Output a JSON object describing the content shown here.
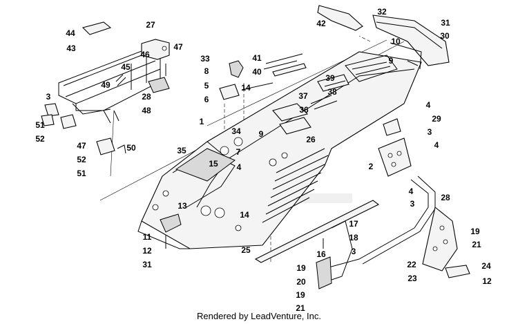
{
  "diagram": {
    "credit": "Rendered by LeadVenture, Inc.",
    "callouts": [
      {
        "id": "c27",
        "label": "27"
      },
      {
        "id": "c44",
        "label": "44"
      },
      {
        "id": "c43",
        "label": "43"
      },
      {
        "id": "c46",
        "label": "46"
      },
      {
        "id": "c47a",
        "label": "47"
      },
      {
        "id": "c45",
        "label": "45"
      },
      {
        "id": "c49",
        "label": "49"
      },
      {
        "id": "c28a",
        "label": "28"
      },
      {
        "id": "c48",
        "label": "48"
      },
      {
        "id": "c3a",
        "label": "3"
      },
      {
        "id": "c51a",
        "label": "51"
      },
      {
        "id": "c52a",
        "label": "52"
      },
      {
        "id": "c47b",
        "label": "47"
      },
      {
        "id": "c52b",
        "label": "52"
      },
      {
        "id": "c51b",
        "label": "51"
      },
      {
        "id": "c50",
        "label": "50"
      },
      {
        "id": "c33",
        "label": "33"
      },
      {
        "id": "c8",
        "label": "8"
      },
      {
        "id": "c5",
        "label": "5"
      },
      {
        "id": "c6",
        "label": "6"
      },
      {
        "id": "c1",
        "label": "1"
      },
      {
        "id": "c41",
        "label": "41"
      },
      {
        "id": "c40",
        "label": "40"
      },
      {
        "id": "c14a",
        "label": "14"
      },
      {
        "id": "c37",
        "label": "37"
      },
      {
        "id": "c36",
        "label": "36"
      },
      {
        "id": "c34",
        "label": "34"
      },
      {
        "id": "c9a",
        "label": "9"
      },
      {
        "id": "c35",
        "label": "35"
      },
      {
        "id": "c7",
        "label": "7"
      },
      {
        "id": "c15",
        "label": "15"
      },
      {
        "id": "c4a",
        "label": "4"
      },
      {
        "id": "c13",
        "label": "13"
      },
      {
        "id": "c14b",
        "label": "14"
      },
      {
        "id": "c11",
        "label": "11"
      },
      {
        "id": "c12a",
        "label": "12"
      },
      {
        "id": "c31a",
        "label": "31"
      },
      {
        "id": "c42",
        "label": "42"
      },
      {
        "id": "c32",
        "label": "32"
      },
      {
        "id": "c31b",
        "label": "31"
      },
      {
        "id": "c30",
        "label": "30"
      },
      {
        "id": "c10",
        "label": "10"
      },
      {
        "id": "c9b",
        "label": "9"
      },
      {
        "id": "c39",
        "label": "39"
      },
      {
        "id": "c38",
        "label": "38"
      },
      {
        "id": "c4b",
        "label": "4"
      },
      {
        "id": "c29",
        "label": "29"
      },
      {
        "id": "c3b",
        "label": "3"
      },
      {
        "id": "c26",
        "label": "26"
      },
      {
        "id": "c4c",
        "label": "4"
      },
      {
        "id": "c2",
        "label": "2"
      },
      {
        "id": "c4d",
        "label": "4"
      },
      {
        "id": "c28b",
        "label": "28"
      },
      {
        "id": "c3c",
        "label": "3"
      },
      {
        "id": "c25",
        "label": "25"
      },
      {
        "id": "c17",
        "label": "17"
      },
      {
        "id": "c16",
        "label": "16"
      },
      {
        "id": "c18",
        "label": "18"
      },
      {
        "id": "c3d",
        "label": "3"
      },
      {
        "id": "c19a",
        "label": "19"
      },
      {
        "id": "c20",
        "label": "20"
      },
      {
        "id": "c19b",
        "label": "19"
      },
      {
        "id": "c21a",
        "label": "21"
      },
      {
        "id": "c19c",
        "label": "19"
      },
      {
        "id": "c21b",
        "label": "21"
      },
      {
        "id": "c22",
        "label": "22"
      },
      {
        "id": "c23",
        "label": "23"
      },
      {
        "id": "c24",
        "label": "24"
      },
      {
        "id": "c12b",
        "label": "12"
      }
    ]
  }
}
